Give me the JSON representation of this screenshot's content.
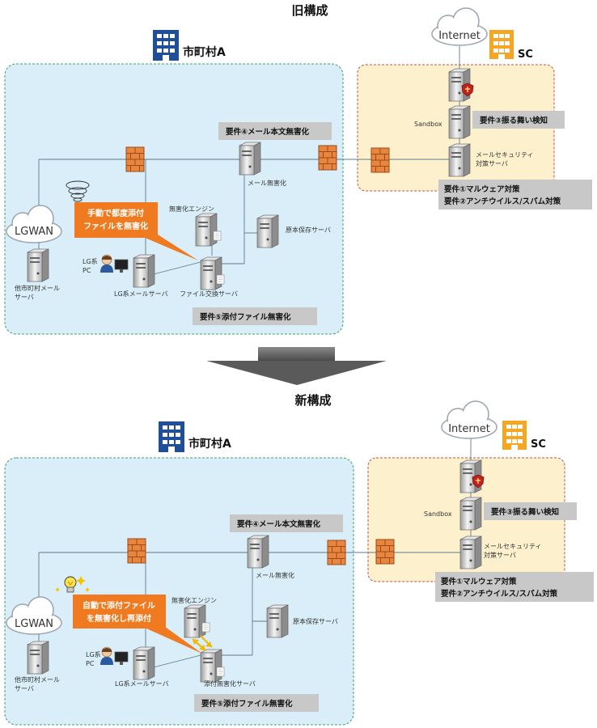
{
  "colors": {
    "region_fill": "#d9eef8",
    "region_border": "#3fa06a",
    "sc_fill": "#fdf0cc",
    "sc_border": "#c0504d",
    "building_blue": "#1f4e9b",
    "building_orange": "#f5a623",
    "firewall": "#e8853f",
    "callout": "#f07a1f",
    "req_box": "#c8c8c8",
    "line": "#5a7a90"
  },
  "old": {
    "title": "旧構成",
    "municipality": "市町村A",
    "sc": "SC",
    "internet": "Internet",
    "lgwan": "LGWAN",
    "sandbox": "Sandbox",
    "mail_security_line1": "メールセキュリティ",
    "mail_security_line2": "対策サーバ",
    "mail_sanitize": "メール無害化",
    "sanitize_engine": "無害化エンジン",
    "original_storage": "原本保存サーバ",
    "lg_pc_line1": "LG系",
    "lg_pc_line2": "PC",
    "lg_mail_server": "LG系メールサーバ",
    "file_exchange_server": "ファイル交換サーバ",
    "other_mail_line1": "他市町村メール",
    "other_mail_line2": "サーバ",
    "callout_line1": "手動で都度添付",
    "callout_line2": "ファイルを無害化",
    "req3": "要件③振る舞い検知",
    "req4": "要件④メール本文無害化",
    "req1": "要件①マルウェア対策",
    "req2": "要件②アンチウイルス/スパム対策",
    "req5": "要件⑤添付ファイル無害化"
  },
  "new": {
    "title": "新構成",
    "municipality": "市町村A",
    "sc": "SC",
    "internet": "Internet",
    "lgwan": "LGWAN",
    "sandbox": "Sandbox",
    "mail_security_line1": "メールセキュリティ",
    "mail_security_line2": "対策サーバ",
    "mail_sanitize": "メール無害化",
    "sanitize_engine": "無害化エンジン",
    "original_storage": "原本保存サーバ",
    "lg_pc_line1": "LG系",
    "lg_pc_line2": "PC",
    "lg_mail_server": "LG系メールサーバ",
    "attach_sanitize_server": "添付無害化サーバ",
    "other_mail_line1": "他市町村メール",
    "other_mail_line2": "サーバ",
    "callout_line1": "自動で添付ファイル",
    "callout_line2": "を無害化し再添付",
    "req3": "要件③振る舞い検知",
    "req4": "要件④メール本文無害化",
    "req1": "要件①マルウェア対策",
    "req2": "要件②アンチウイルス/スパム対策",
    "req5": "要件⑤添付ファイル無害化"
  }
}
